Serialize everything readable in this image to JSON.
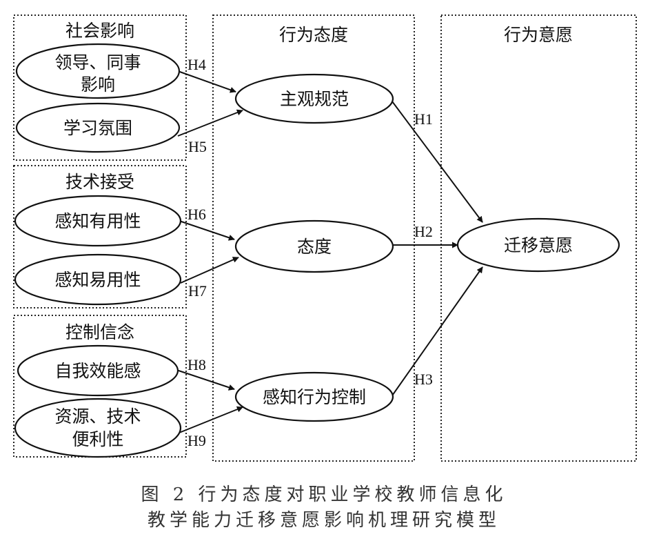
{
  "groups": {
    "social": "社会影响",
    "tech": "技术接受",
    "control": "控制信念",
    "attitude": "行为态度",
    "intention": "行为意愿"
  },
  "nodes": {
    "leader": [
      "领导、同事",
      "影响"
    ],
    "atmosphere": [
      "学习氛围"
    ],
    "useful": [
      "感知有用性"
    ],
    "easy": [
      "感知易用性"
    ],
    "efficacy": [
      "自我效能感"
    ],
    "resources": [
      "资源、技术",
      "便利性"
    ],
    "norm": [
      "主观规范"
    ],
    "attitude": [
      "态度"
    ],
    "pbc": [
      "感知行为控制"
    ],
    "transfer": [
      "迁移意愿"
    ]
  },
  "hypotheses": {
    "h1": "H1",
    "h2": "H2",
    "h3": "H3",
    "h4": "H4",
    "h5": "H5",
    "h6": "H6",
    "h7": "H7",
    "h8": "H8",
    "h9": "H9"
  },
  "caption": {
    "line1": "图 2  行为态度对职业学校教师信息化",
    "line2": "教学能力迁移意愿影响机理研究模型"
  }
}
